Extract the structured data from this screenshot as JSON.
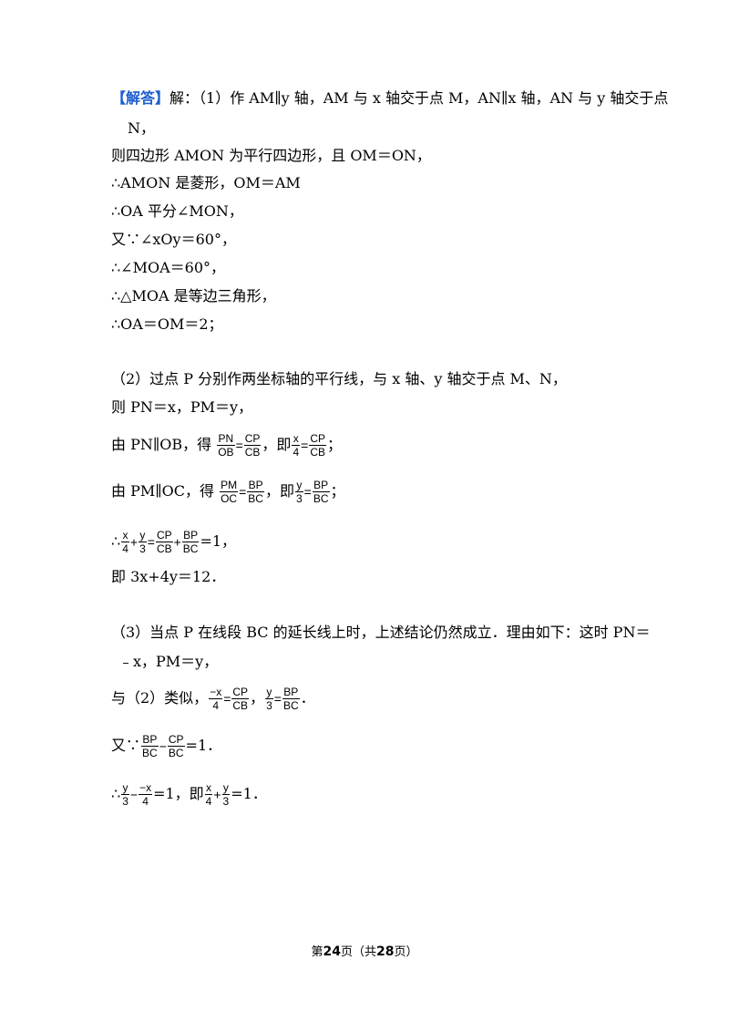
{
  "part1": {
    "tag": "【解答】",
    "l1": "解：（1）作 AM∥y 轴，AM 与 x 轴交于点 M，AN∥x 轴，AN 与 y 轴交于点",
    "l1b": "N，",
    "l2": "则四边形 AMON 为平行四边形，且 OM＝ON，",
    "l3": "∴AMON 是菱形，OM＝AM",
    "l4": "∴OA 平分∠MON，",
    "l5": "又∵∠xOy＝60°，",
    "l6": "∴∠MOA＝60°，",
    "l7": "∴△MOA 是等边三角形，",
    "l8": "∴OA＝OM＝2；"
  },
  "part2": {
    "l1": "（2）过点 P 分别作两坐标轴的平行线，与 x 轴、y 轴交于点 M、N，",
    "l2": "则  PN＝x，PM＝y，",
    "l3a": "由 PN∥OB，得",
    "l3b": "，即",
    "l3c": "；",
    "l4a": "由 PM∥OC，得",
    "l4b": "，即",
    "l4c": "；",
    "l5a": "∴",
    "l5c": "=1，",
    "l6": "即  3x+4y＝12．",
    "f": {
      "pn": "PN",
      "ob": "OB",
      "cp": "CP",
      "cb": "CB",
      "x": "x",
      "four": "4",
      "pm": "PM",
      "oc": "OC",
      "bp": "BP",
      "bc": "BC",
      "y": "y",
      "three": "3"
    },
    "eq": "=",
    "plus": "+"
  },
  "part3": {
    "l1": "（3）当点 P 在线段 BC 的延长线上时，上述结论仍然成立．理由如下：这时  PN＝",
    "l1b": "﹣x，PM＝y，",
    "l2a": "与（2）类似，",
    "l2b": "，",
    "l2c": "．",
    "l3a": "又∵",
    "l3c": "=1．",
    "l4a": "∴",
    "l4b": "=1，即",
    "l4c": "=1．",
    "negx": "−x",
    "minus": "−"
  },
  "footer": {
    "pre": "第",
    "page": "24",
    "mid": "页（共",
    "total": "28",
    "post": "页）"
  }
}
